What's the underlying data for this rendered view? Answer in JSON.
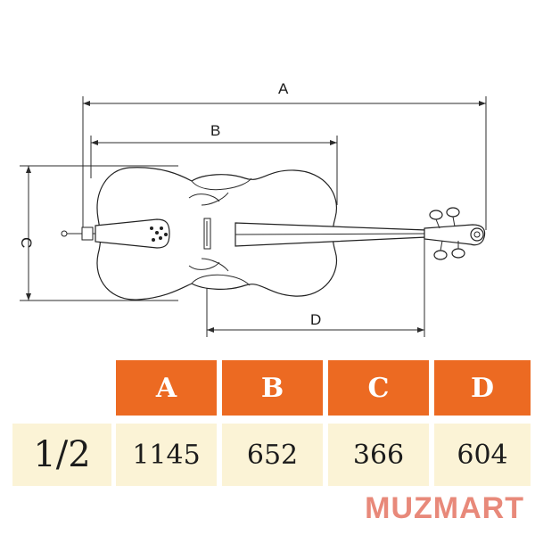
{
  "diagram": {
    "dimension_labels": {
      "a": "A",
      "b": "B",
      "c": "C",
      "d": "D"
    }
  },
  "table": {
    "headers": [
      "A",
      "B",
      "C",
      "D"
    ],
    "header_color": "#ec6a22",
    "row_bg_color": "#fbf3d6",
    "row": {
      "size": "1/2",
      "values": [
        "1145",
        "652",
        "366",
        "604"
      ]
    }
  },
  "brand": {
    "text": "MUZMART",
    "color": "#e8897a"
  }
}
